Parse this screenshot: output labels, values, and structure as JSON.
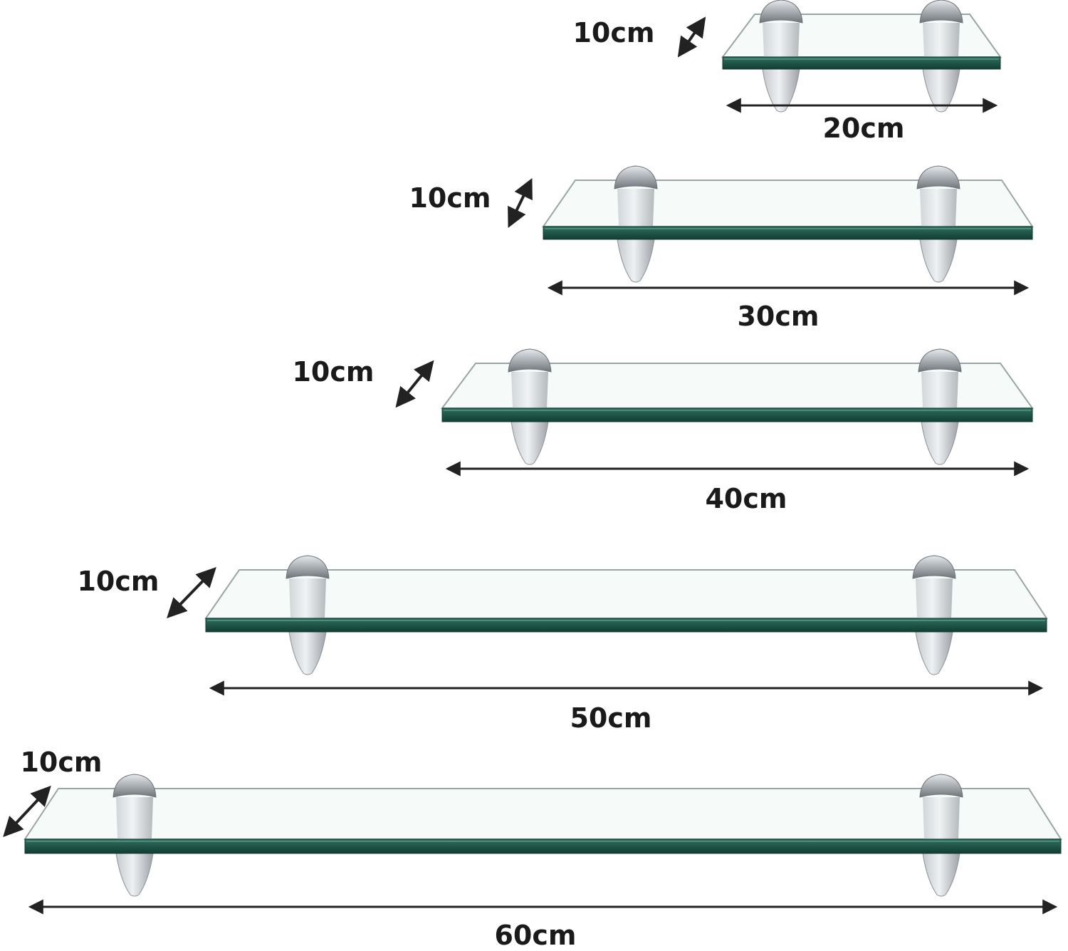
{
  "colors": {
    "glass_top": "#f6fbfa",
    "glass_outline": "#9aa6a3",
    "glass_edge": "#1f5a4a",
    "glass_edge_dark": "#123c32",
    "bracket_light": "#dfe3e6",
    "bracket_mid": "#b9bec3",
    "bracket_dark": "#8d9298",
    "arrow": "#222222"
  },
  "icons": {
    "shelf": "glass-shelf-icon",
    "bracket": "clamp-bracket-icon",
    "arrow": "double-arrow-icon"
  },
  "shelves": [
    {
      "depth_label": "10cm",
      "width_label": "20cm"
    },
    {
      "depth_label": "10cm",
      "width_label": "30cm"
    },
    {
      "depth_label": "10cm",
      "width_label": "40cm"
    },
    {
      "depth_label": "10cm",
      "width_label": "50cm"
    },
    {
      "depth_label": "10cm",
      "width_label": "60cm"
    }
  ]
}
